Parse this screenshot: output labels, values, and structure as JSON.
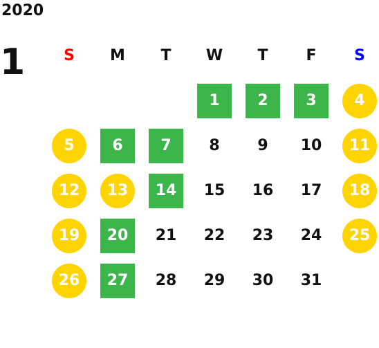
{
  "calendar": {
    "year": "2020",
    "month": "1",
    "weekdays": [
      {
        "label": "S",
        "kind": "sun"
      },
      {
        "label": "M",
        "kind": "week"
      },
      {
        "label": "T",
        "kind": "week"
      },
      {
        "label": "W",
        "kind": "week"
      },
      {
        "label": "T",
        "kind": "week"
      },
      {
        "label": "F",
        "kind": "week"
      },
      {
        "label": "S",
        "kind": "sat"
      }
    ],
    "colors": {
      "sunday_header": "#ff0000",
      "saturday_header": "#0000ff",
      "green_fill": "#3cb54a",
      "yellow_fill": "#ffd400",
      "text": "#111111"
    },
    "weeks": [
      [
        {
          "label": "",
          "style": "empty"
        },
        {
          "label": "",
          "style": "empty"
        },
        {
          "label": "",
          "style": "empty"
        },
        {
          "label": "1",
          "style": "green"
        },
        {
          "label": "2",
          "style": "green"
        },
        {
          "label": "3",
          "style": "green"
        },
        {
          "label": "4",
          "style": "yellow"
        }
      ],
      [
        {
          "label": "5",
          "style": "yellow"
        },
        {
          "label": "6",
          "style": "green"
        },
        {
          "label": "7",
          "style": "green"
        },
        {
          "label": "8",
          "style": "plain"
        },
        {
          "label": "9",
          "style": "plain"
        },
        {
          "label": "10",
          "style": "plain"
        },
        {
          "label": "11",
          "style": "yellow"
        }
      ],
      [
        {
          "label": "12",
          "style": "yellow"
        },
        {
          "label": "13",
          "style": "yellow"
        },
        {
          "label": "14",
          "style": "green"
        },
        {
          "label": "15",
          "style": "plain"
        },
        {
          "label": "16",
          "style": "plain"
        },
        {
          "label": "17",
          "style": "plain"
        },
        {
          "label": "18",
          "style": "yellow"
        }
      ],
      [
        {
          "label": "19",
          "style": "yellow"
        },
        {
          "label": "20",
          "style": "green"
        },
        {
          "label": "21",
          "style": "plain"
        },
        {
          "label": "22",
          "style": "plain"
        },
        {
          "label": "23",
          "style": "plain"
        },
        {
          "label": "24",
          "style": "plain"
        },
        {
          "label": "25",
          "style": "yellow"
        }
      ],
      [
        {
          "label": "26",
          "style": "yellow"
        },
        {
          "label": "27",
          "style": "green"
        },
        {
          "label": "28",
          "style": "plain"
        },
        {
          "label": "29",
          "style": "plain"
        },
        {
          "label": "30",
          "style": "plain"
        },
        {
          "label": "31",
          "style": "plain"
        },
        {
          "label": "",
          "style": "empty"
        }
      ]
    ]
  }
}
